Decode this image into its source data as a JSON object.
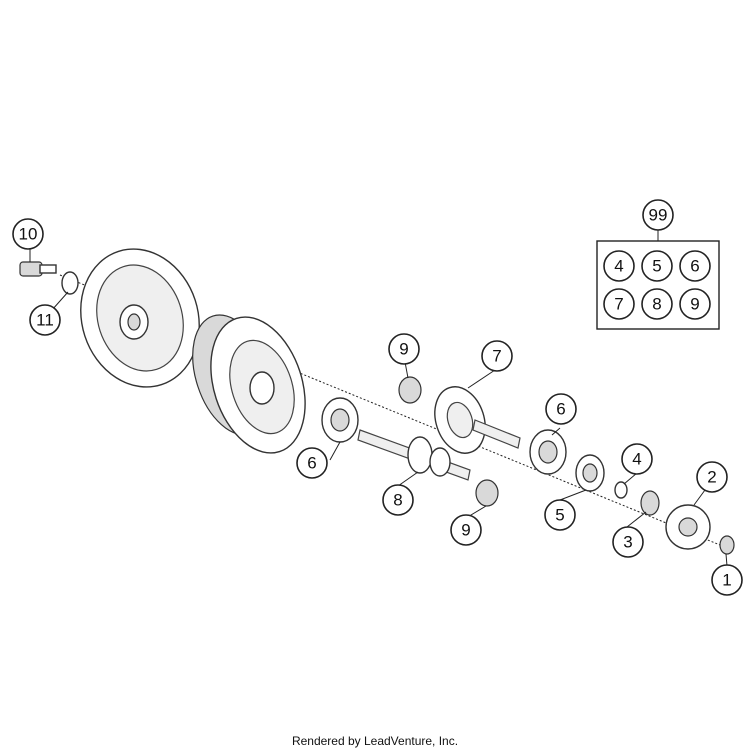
{
  "callouts": [
    {
      "id": "c10",
      "label": "10"
    },
    {
      "id": "c11",
      "label": "11"
    },
    {
      "id": "c9a",
      "label": "9"
    },
    {
      "id": "c7",
      "label": "7"
    },
    {
      "id": "c6a",
      "label": "6"
    },
    {
      "id": "c6b",
      "label": "6"
    },
    {
      "id": "c8",
      "label": "8"
    },
    {
      "id": "c9b",
      "label": "9"
    },
    {
      "id": "c4",
      "label": "4"
    },
    {
      "id": "c2",
      "label": "2"
    },
    {
      "id": "c5",
      "label": "5"
    },
    {
      "id": "c3",
      "label": "3"
    },
    {
      "id": "c1",
      "label": "1"
    },
    {
      "id": "c99",
      "label": "99"
    }
  ],
  "kit_grid": [
    "4",
    "5",
    "6",
    "7",
    "8",
    "9"
  ],
  "footer": "Rendered by LeadVenture, Inc."
}
